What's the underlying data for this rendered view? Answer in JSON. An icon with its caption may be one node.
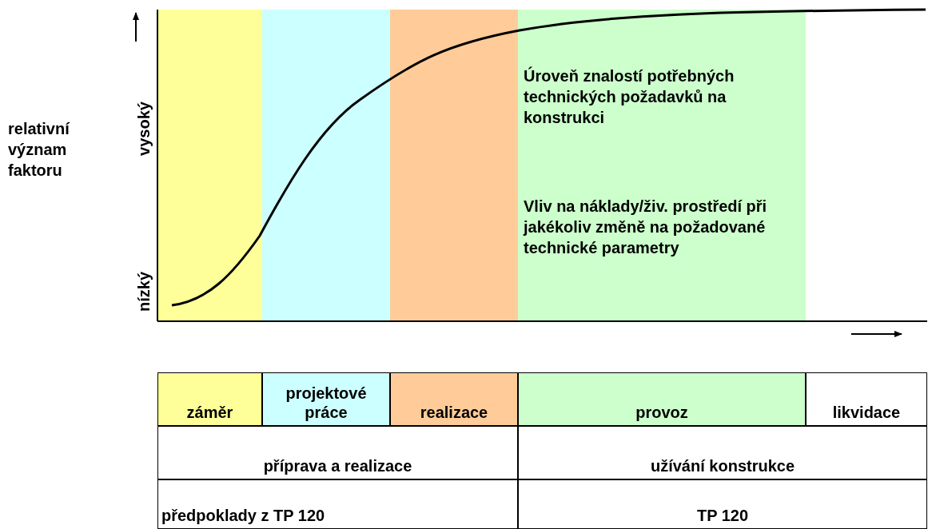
{
  "diagram": {
    "labels": [
      "relativní význam faktoru",
      "vysoký",
      "nízký",
      "Úroveň znalostí potřebných technických požadavků na konstrukci",
      "Vliv na náklady/živ. prostředí při jakékoliv změně na požadované technické parametry",
      "záměr",
      "projektové práce",
      "realizace",
      "provoz",
      "likvidace",
      "příprava a realizace",
      "užívání konstrukce",
      "předpoklady z TP 120",
      "TP 120"
    ]
  }
}
